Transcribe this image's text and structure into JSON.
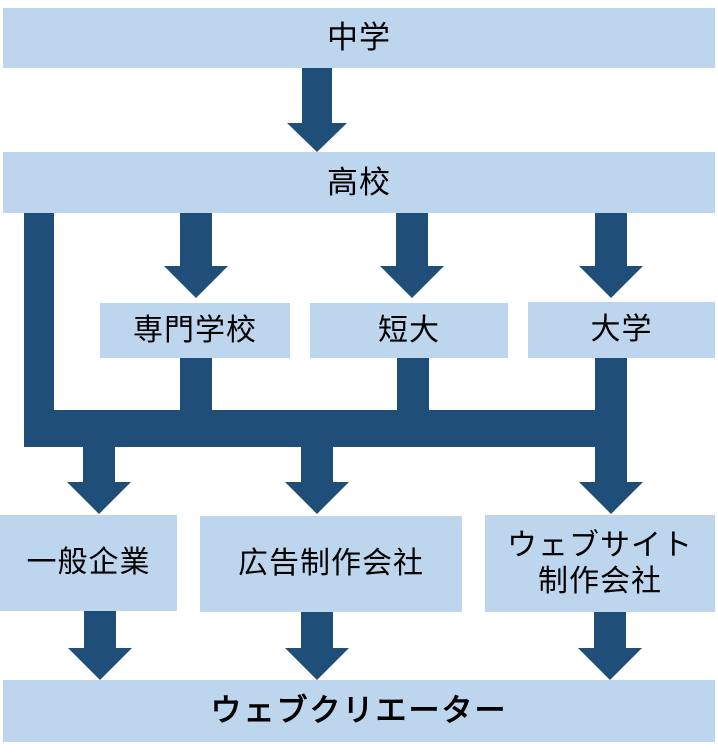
{
  "diagram_type": "flowchart",
  "language": "ja",
  "colors": {
    "node_fill": "#bdd6ee",
    "arrow": "#1f4e79",
    "text": "#000000",
    "background": "#ffffff"
  },
  "nodes": {
    "middle_school": {
      "label": "中学"
    },
    "high_school": {
      "label": "高校"
    },
    "vocational_school": {
      "label": "専門学校"
    },
    "junior_college": {
      "label": "短大"
    },
    "university": {
      "label": "大学"
    },
    "general_company": {
      "label": "一般企業"
    },
    "ad_production_company": {
      "label": "広告制作会社"
    },
    "website_production_company": {
      "label": "ウェブサイト制作会社",
      "lines": [
        "ウェブサイト",
        "制作会社"
      ]
    },
    "web_creator": {
      "label": "ウェブクリエーター"
    }
  },
  "edges": [
    {
      "from": "middle_school",
      "to": "high_school"
    },
    {
      "from": "high_school",
      "to": "vocational_school"
    },
    {
      "from": "high_school",
      "to": "junior_college"
    },
    {
      "from": "high_school",
      "to": "university"
    },
    {
      "from": "high_school",
      "to": "merge_bar"
    },
    {
      "from": "vocational_school",
      "to": "merge_bar"
    },
    {
      "from": "junior_college",
      "to": "merge_bar"
    },
    {
      "from": "university",
      "to": "merge_bar"
    },
    {
      "from": "merge_bar",
      "to": "general_company"
    },
    {
      "from": "merge_bar",
      "to": "ad_production_company"
    },
    {
      "from": "merge_bar",
      "to": "website_production_company"
    },
    {
      "from": "general_company",
      "to": "web_creator"
    },
    {
      "from": "ad_production_company",
      "to": "web_creator"
    },
    {
      "from": "website_production_company",
      "to": "web_creator"
    }
  ]
}
